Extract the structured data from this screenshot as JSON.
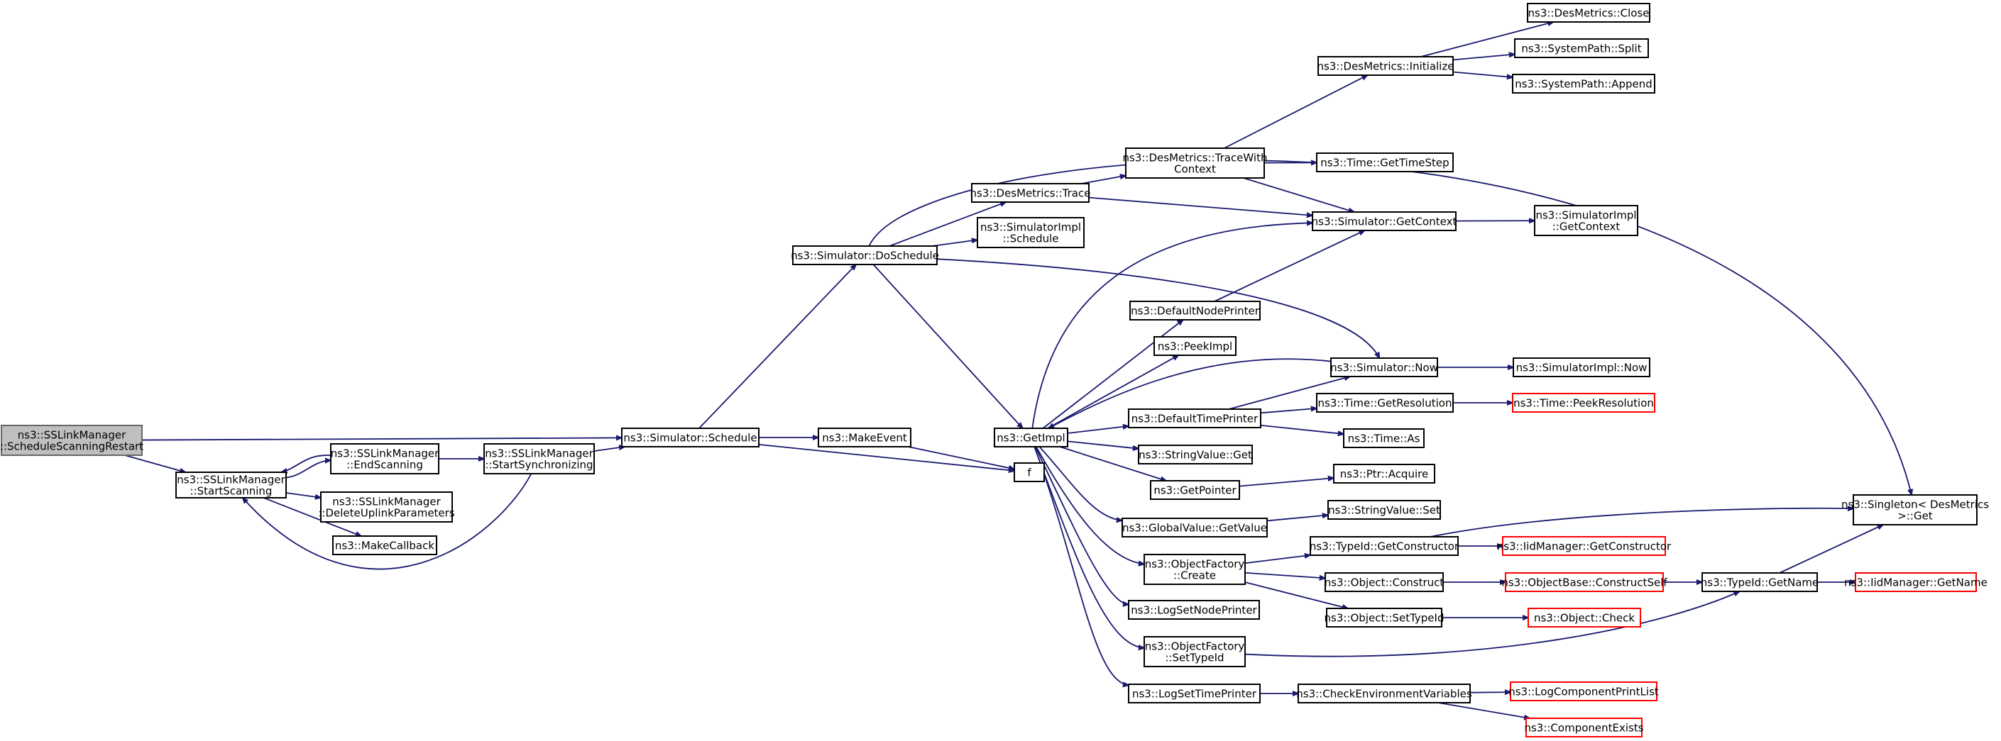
{
  "graph": {
    "nodes": [
      {
        "id": "root",
        "lines": [
          "ns3::SSLinkManager",
          "::ScheduleScanningRestart"
        ],
        "style": "root"
      },
      {
        "id": "startScanning",
        "lines": [
          "ns3::SSLinkManager",
          "::StartScanning"
        ]
      },
      {
        "id": "endScanning",
        "lines": [
          "ns3::SSLinkManager",
          "::EndScanning"
        ]
      },
      {
        "id": "deleteUplink",
        "lines": [
          "ns3::SSLinkManager",
          "::DeleteUplinkParameters"
        ]
      },
      {
        "id": "makeCallback",
        "lines": [
          "ns3::MakeCallback"
        ]
      },
      {
        "id": "startSync",
        "lines": [
          "ns3::SSLinkManager",
          "::StartSynchronizing"
        ]
      },
      {
        "id": "schedule",
        "lines": [
          "ns3::Simulator::Schedule"
        ]
      },
      {
        "id": "makeEvent",
        "lines": [
          "ns3::MakeEvent"
        ]
      },
      {
        "id": "f",
        "lines": [
          "f"
        ]
      },
      {
        "id": "doSchedule",
        "lines": [
          "ns3::Simulator::DoSchedule"
        ]
      },
      {
        "id": "getImpl",
        "lines": [
          "ns3::GetImpl"
        ]
      },
      {
        "id": "desTrace",
        "lines": [
          "ns3::DesMetrics::Trace"
        ]
      },
      {
        "id": "simImplSchedule",
        "lines": [
          "ns3::SimulatorImpl",
          "::Schedule"
        ]
      },
      {
        "id": "traceWithContext",
        "lines": [
          "ns3::DesMetrics::TraceWith",
          "Context"
        ]
      },
      {
        "id": "desInit",
        "lines": [
          "ns3::DesMetrics::Initialize"
        ]
      },
      {
        "id": "desClose",
        "lines": [
          "ns3::DesMetrics::Close"
        ]
      },
      {
        "id": "sysSplit",
        "lines": [
          "ns3::SystemPath::Split"
        ]
      },
      {
        "id": "sysAppend",
        "lines": [
          "ns3::SystemPath::Append"
        ]
      },
      {
        "id": "timeGetTimeStep",
        "lines": [
          "ns3::Time::GetTimeStep"
        ]
      },
      {
        "id": "simGetContext",
        "lines": [
          "ns3::Simulator::GetContext"
        ]
      },
      {
        "id": "simImplGetContext",
        "lines": [
          "ns3::SimulatorImpl",
          "::GetContext"
        ]
      },
      {
        "id": "defaultNodePrinter",
        "lines": [
          "ns3::DefaultNodePrinter"
        ]
      },
      {
        "id": "peekImpl",
        "lines": [
          "ns3::PeekImpl"
        ]
      },
      {
        "id": "simNow",
        "lines": [
          "ns3::Simulator::Now"
        ]
      },
      {
        "id": "simImplNow",
        "lines": [
          "ns3::SimulatorImpl::Now"
        ]
      },
      {
        "id": "defaultTimePrinter",
        "lines": [
          "ns3::DefaultTimePrinter"
        ]
      },
      {
        "id": "timeGetResolution",
        "lines": [
          "ns3::Time::GetResolution"
        ]
      },
      {
        "id": "timePeekResolution",
        "lines": [
          "ns3::Time::PeekResolution"
        ],
        "style": "red"
      },
      {
        "id": "timeAs",
        "lines": [
          "ns3::Time::As"
        ]
      },
      {
        "id": "stringValueGet",
        "lines": [
          "ns3::StringValue::Get"
        ]
      },
      {
        "id": "getPointer",
        "lines": [
          "ns3::GetPointer"
        ]
      },
      {
        "id": "ptrAcquire",
        "lines": [
          "ns3::Ptr::Acquire"
        ]
      },
      {
        "id": "globalValueGetValue",
        "lines": [
          "ns3::GlobalValue::GetValue"
        ]
      },
      {
        "id": "stringValueSet",
        "lines": [
          "ns3::StringValue::Set"
        ]
      },
      {
        "id": "objectFactoryCreate",
        "lines": [
          "ns3::ObjectFactory",
          "::Create"
        ]
      },
      {
        "id": "typeIdGetConstructor",
        "lines": [
          "ns3::TypeId::GetConstructor"
        ]
      },
      {
        "id": "iidGetConstructor",
        "lines": [
          "ns3::IidManager::GetConstructor"
        ],
        "style": "red"
      },
      {
        "id": "singletonGet",
        "lines": [
          "ns3::Singleton< DesMetrics",
          " >::Get"
        ]
      },
      {
        "id": "objectConstruct",
        "lines": [
          "ns3::Object::Construct"
        ]
      },
      {
        "id": "objectBaseConstructSelf",
        "lines": [
          "ns3::ObjectBase::ConstructSelf"
        ],
        "style": "red"
      },
      {
        "id": "typeIdGetName",
        "lines": [
          "ns3::TypeId::GetName"
        ]
      },
      {
        "id": "iidGetName",
        "lines": [
          "ns3::IidManager::GetName"
        ],
        "style": "red"
      },
      {
        "id": "objectSetTypeId",
        "lines": [
          "ns3::Object::SetTypeId"
        ]
      },
      {
        "id": "objectCheck",
        "lines": [
          "ns3::Object::Check"
        ],
        "style": "red"
      },
      {
        "id": "logSetNodePrinter",
        "lines": [
          "ns3::LogSetNodePrinter"
        ]
      },
      {
        "id": "objectFactorySetTypeId",
        "lines": [
          "ns3::ObjectFactory",
          "::SetTypeId"
        ]
      },
      {
        "id": "logSetTimePrinter",
        "lines": [
          "ns3::LogSetTimePrinter"
        ]
      },
      {
        "id": "checkEnvVars",
        "lines": [
          "ns3::CheckEnvironmentVariables"
        ]
      },
      {
        "id": "logComponentPrintList",
        "lines": [
          "ns3::LogComponentPrintList"
        ],
        "style": "red"
      },
      {
        "id": "componentExists",
        "lines": [
          "ns3::ComponentExists"
        ],
        "style": "red"
      }
    ],
    "edges": [
      [
        "root",
        "schedule"
      ],
      [
        "root",
        "startScanning"
      ],
      [
        "startScanning",
        "endScanning"
      ],
      [
        "startScanning",
        "deleteUplink"
      ],
      [
        "startScanning",
        "makeCallback"
      ],
      [
        "endScanning",
        "startScanning"
      ],
      [
        "endScanning",
        "startSync"
      ],
      [
        "startSync",
        "schedule"
      ],
      [
        "startSync",
        "startScanning"
      ],
      [
        "schedule",
        "doSchedule"
      ],
      [
        "schedule",
        "makeEvent"
      ],
      [
        "schedule",
        "f"
      ],
      [
        "makeEvent",
        "f"
      ],
      [
        "doSchedule",
        "desTrace"
      ],
      [
        "doSchedule",
        "simImplSchedule"
      ],
      [
        "doSchedule",
        "getImpl"
      ],
      [
        "doSchedule",
        "simNow"
      ],
      [
        "doSchedule",
        "singletonGet"
      ],
      [
        "desTrace",
        "traceWithContext"
      ],
      [
        "desTrace",
        "simGetContext"
      ],
      [
        "traceWithContext",
        "desInit"
      ],
      [
        "traceWithContext",
        "timeGetTimeStep"
      ],
      [
        "traceWithContext",
        "simGetContext"
      ],
      [
        "desInit",
        "desClose"
      ],
      [
        "desInit",
        "sysSplit"
      ],
      [
        "desInit",
        "sysAppend"
      ],
      [
        "simGetContext",
        "simImplGetContext"
      ],
      [
        "getImpl",
        "simGetContext"
      ],
      [
        "getImpl",
        "defaultNodePrinter"
      ],
      [
        "getImpl",
        "peekImpl"
      ],
      [
        "getImpl",
        "defaultTimePrinter"
      ],
      [
        "getImpl",
        "stringValueGet"
      ],
      [
        "getImpl",
        "getPointer"
      ],
      [
        "getImpl",
        "globalValueGetValue"
      ],
      [
        "getImpl",
        "objectFactoryCreate"
      ],
      [
        "getImpl",
        "logSetNodePrinter"
      ],
      [
        "getImpl",
        "objectFactorySetTypeId"
      ],
      [
        "getImpl",
        "logSetTimePrinter"
      ],
      [
        "defaultNodePrinter",
        "simGetContext"
      ],
      [
        "simNow",
        "simImplNow"
      ],
      [
        "simNow",
        "getImpl"
      ],
      [
        "defaultTimePrinter",
        "simNow"
      ],
      [
        "defaultTimePrinter",
        "timeGetResolution"
      ],
      [
        "defaultTimePrinter",
        "timeAs"
      ],
      [
        "timeGetResolution",
        "timePeekResolution"
      ],
      [
        "getPointer",
        "ptrAcquire"
      ],
      [
        "globalValueGetValue",
        "stringValueSet"
      ],
      [
        "objectFactoryCreate",
        "typeIdGetConstructor"
      ],
      [
        "objectFactoryCreate",
        "objectConstruct"
      ],
      [
        "objectFactoryCreate",
        "objectSetTypeId"
      ],
      [
        "typeIdGetConstructor",
        "iidGetConstructor"
      ],
      [
        "typeIdGetConstructor",
        "singletonGet"
      ],
      [
        "objectConstruct",
        "objectBaseConstructSelf"
      ],
      [
        "objectBaseConstructSelf",
        "typeIdGetName"
      ],
      [
        "typeIdGetName",
        "iidGetName"
      ],
      [
        "typeIdGetName",
        "singletonGet"
      ],
      [
        "objectSetTypeId",
        "objectCheck"
      ],
      [
        "objectFactorySetTypeId",
        "typeIdGetName"
      ],
      [
        "logSetTimePrinter",
        "checkEnvVars"
      ],
      [
        "checkEnvVars",
        "logComponentPrintList"
      ],
      [
        "checkEnvVars",
        "componentExists"
      ]
    ]
  }
}
